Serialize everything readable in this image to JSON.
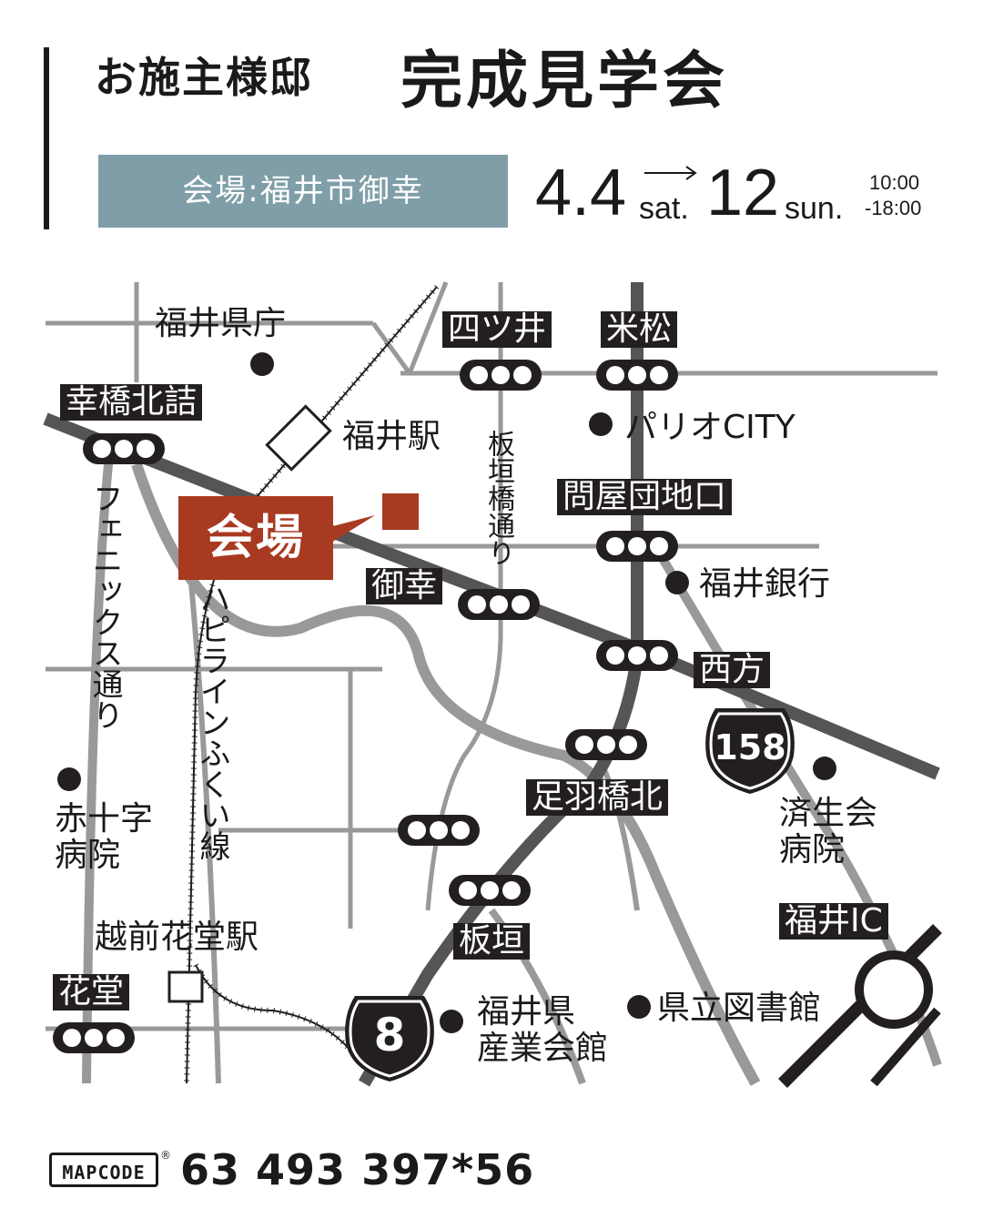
{
  "header": {
    "title_small": "お施主様邸",
    "title_big": "完成見学会",
    "venue": "会場:福井市御幸",
    "date_start_day": "4.4",
    "date_start_dow": "sat.",
    "date_end_day": "12",
    "date_end_dow": "sun.",
    "time_start": "10:00",
    "time_end": "-18:00"
  },
  "map": {
    "venue_label": "会場",
    "places": {
      "prefectural_office": "福井県庁",
      "fukui_station": "福井駅",
      "pario_city": "パリオCITY",
      "fukui_bank": "福井銀行",
      "red_cross_1": "赤十字",
      "red_cross_2": "病院",
      "saiseikai_1": "済生会",
      "saiseikai_2": "病院",
      "echizen_hanando": "越前花堂駅",
      "industry_hall_1": "福井県",
      "industry_hall_2": "産業会館",
      "library": "県立図書館"
    },
    "intersections": {
      "yotsui": "四ツ井",
      "yonematsu": "米松",
      "saiwaibashi_kitazume": "幸橋北詰",
      "toiyadanchi": "問屋団地口",
      "miyuki": "御幸",
      "nishikata": "西方",
      "asuwabashi_kita": "足羽橋北",
      "itagaki": "板垣",
      "hanando": "花堂",
      "fukui_ic": "福井IC"
    },
    "streets": {
      "phoenix": "フェニックス通り",
      "itagakibashi": "板垣橋通り",
      "happiline": "ハピラインふくい線"
    },
    "routes": {
      "r158": "158",
      "r8": "8"
    },
    "colors": {
      "venue": "#a83a22",
      "dark": "#231f20",
      "road_dark": "#555555",
      "road_light": "#999999"
    }
  },
  "footer": {
    "mapcode_logo": "MAPCODE",
    "mapcode_reg": "®",
    "mapcode_value": "63 493 397*56"
  }
}
